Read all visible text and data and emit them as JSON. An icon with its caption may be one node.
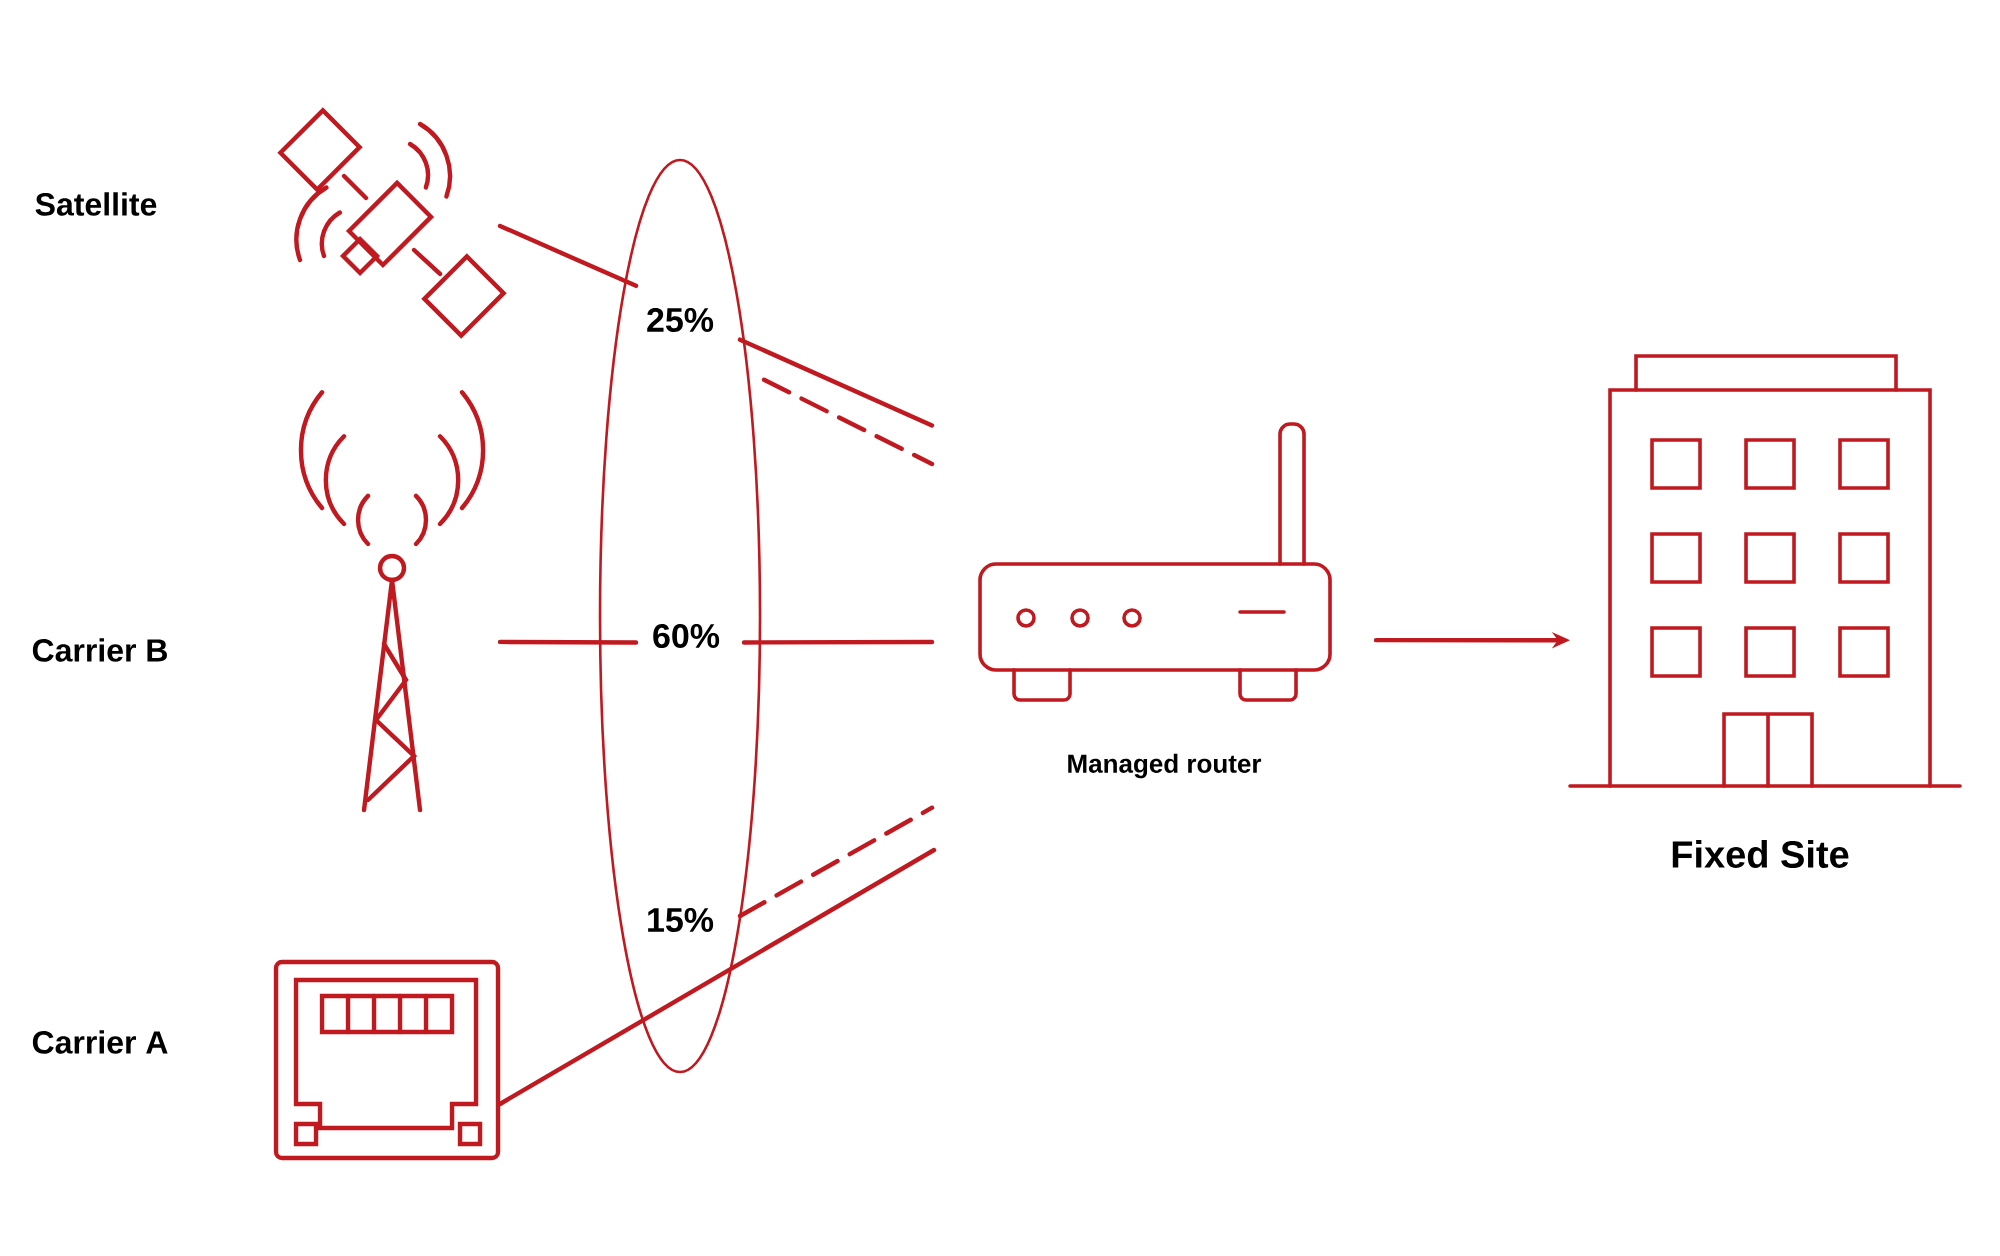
{
  "diagram": {
    "nodes": [
      {
        "text": [],
        "shape": "picture"
      },
      {
        "text": [],
        "shape": "picture"
      },
      {
        "text": [],
        "shape": "picture"
      },
      {
        "text": [
          "25%",
          "60%",
          "15%"
        ]
      },
      {
        "text": [],
        "shape": "picture",
        "beside": [
          "Managed router"
        ]
      },
      {
        "text": [],
        "shape": "picture",
        "beside": [
          "Fixed Site"
        ]
      }
    ],
    "edges": [
      {
        "from": 0,
        "to": 3,
        "arrow": "none"
      },
      {
        "from": 3,
        "to": 4,
        "arrow": "none"
      },
      {
        "from": 3,
        "to": 4,
        "arrow": "none",
        "style": "dashed"
      },
      {
        "from": 1,
        "to": 3,
        "arrow": "none"
      },
      {
        "from": 3,
        "to": 4,
        "arrow": "none"
      },
      {
        "from": 3,
        "to": 4,
        "arrow": "none",
        "style": "dashed"
      },
      {
        "from": 2,
        "to": null,
        "arrow": "none"
      },
      {
        "from": 4,
        "to": 5,
        "arrow": "to"
      }
    ],
    "labels": [
      "Satellite",
      "Carrier B",
      "Carrier A"
    ]
  }
}
